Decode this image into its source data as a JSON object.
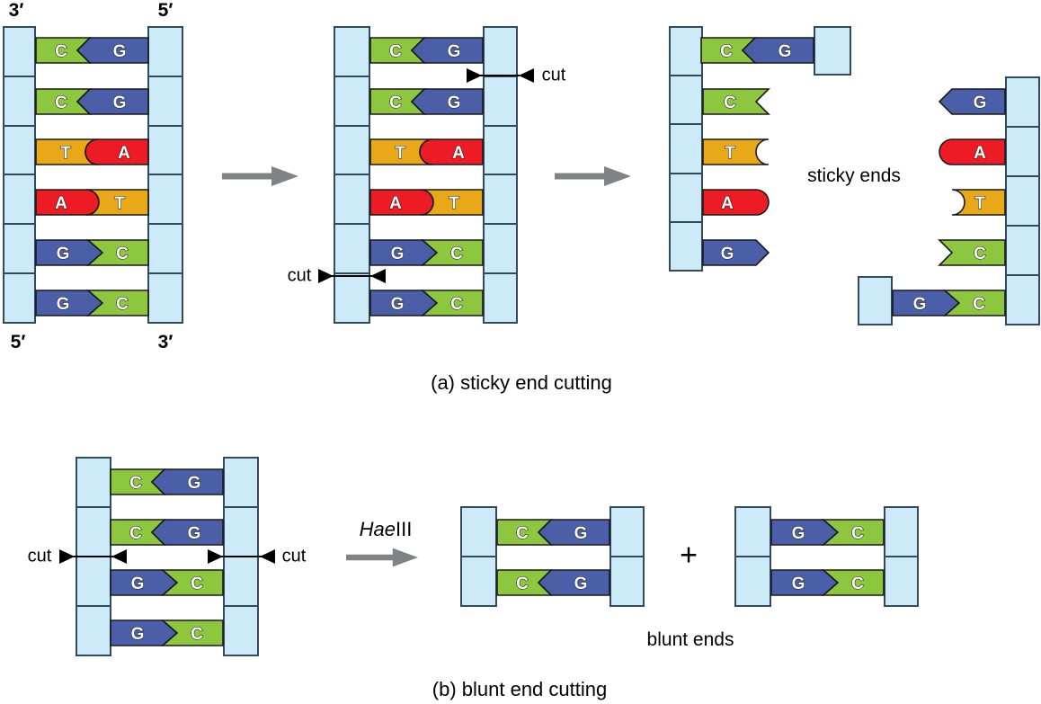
{
  "captions": {
    "a": "(a) sticky end cutting",
    "b": "(b) blunt end cutting"
  },
  "annotations": {
    "cut": "cut",
    "sticky_ends": "sticky ends",
    "blunt_ends": "blunt ends",
    "plus": "+",
    "enzyme": {
      "italic": "Hae",
      "roman": "III"
    }
  },
  "strand_end_labels": {
    "top_left": "3′",
    "top_right": "5′",
    "bottom_left": "5′",
    "bottom_right": "3′"
  },
  "colors": {
    "cytosine_green": "#8dc63f",
    "guanine_blue": "#4a5fa8",
    "thymine_gold": "#e8a817",
    "adenine_red": "#ed1c24",
    "backbone_light_blue": "#cdeaf9",
    "outline_dark": "#1a1a1a",
    "arrow_gray": "#808285"
  },
  "molecules": {
    "a1": {
      "rows": [
        {
          "l": "C",
          "r": "G"
        },
        {
          "l": "C",
          "r": "G"
        },
        {
          "l": "T",
          "r": "A"
        },
        {
          "l": "A",
          "r": "T"
        },
        {
          "l": "G",
          "r": "C"
        },
        {
          "l": "G",
          "r": "C"
        }
      ]
    },
    "a2": {
      "rows": [
        {
          "l": "C",
          "r": "G"
        },
        {
          "l": "C",
          "r": "G"
        },
        {
          "l": "T",
          "r": "A"
        },
        {
          "l": "A",
          "r": "T"
        },
        {
          "l": "G",
          "r": "C"
        },
        {
          "l": "G",
          "r": "C"
        }
      ]
    },
    "frag_left": {
      "rows": [
        {
          "l": "C",
          "r": "G"
        },
        {
          "s": "C"
        },
        {
          "s": "T"
        },
        {
          "s": "A"
        },
        {
          "s": "G"
        }
      ]
    },
    "frag_right": {
      "rows": [
        {
          "s": "G"
        },
        {
          "s": "A"
        },
        {
          "s": "T"
        },
        {
          "s": "C"
        },
        {
          "l": "G",
          "r": "C"
        }
      ]
    },
    "b": {
      "rows": [
        {
          "l": "C",
          "r": "G"
        },
        {
          "l": "C",
          "r": "G"
        },
        {
          "l": "G",
          "r": "C"
        },
        {
          "l": "G",
          "r": "C"
        }
      ]
    },
    "product1": {
      "rows": [
        {
          "l": "C",
          "r": "G"
        },
        {
          "l": "C",
          "r": "G"
        }
      ]
    },
    "product2": {
      "rows": [
        {
          "l": "G",
          "r": "C"
        },
        {
          "l": "G",
          "r": "C"
        }
      ]
    }
  }
}
